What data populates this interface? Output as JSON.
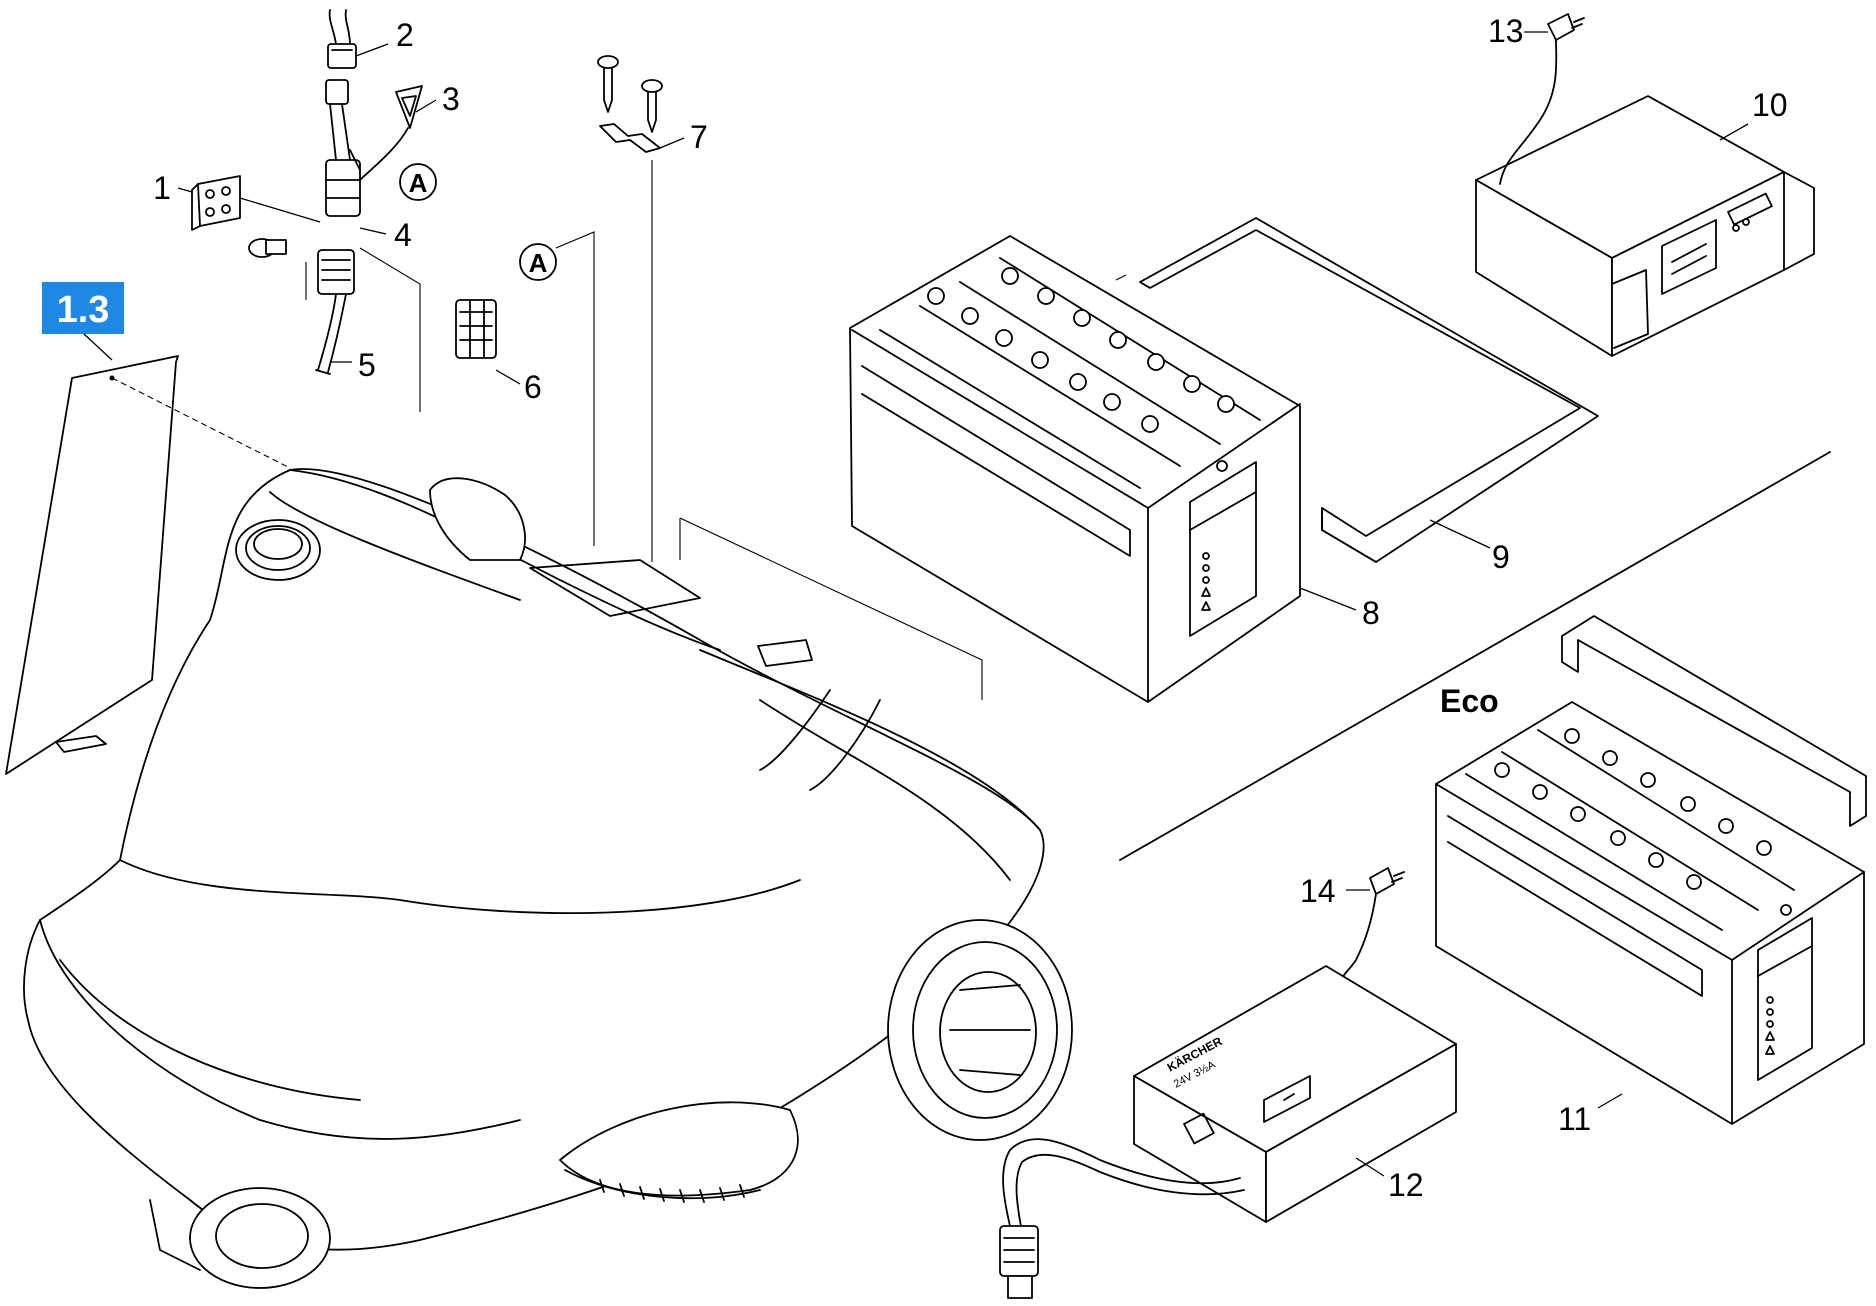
{
  "reference_badge": {
    "label": "1.3",
    "color": "#1f88e5"
  },
  "group_label": "Eco",
  "connector_marks": [
    "A",
    "A"
  ],
  "callouts": [
    "1",
    "2",
    "3",
    "4",
    "5",
    "6",
    "7",
    "8",
    "9",
    "10",
    "11",
    "12",
    "13",
    "14"
  ],
  "charger_brand_text": "KÄRCHER",
  "charger_rating_text": "24V 3½A"
}
